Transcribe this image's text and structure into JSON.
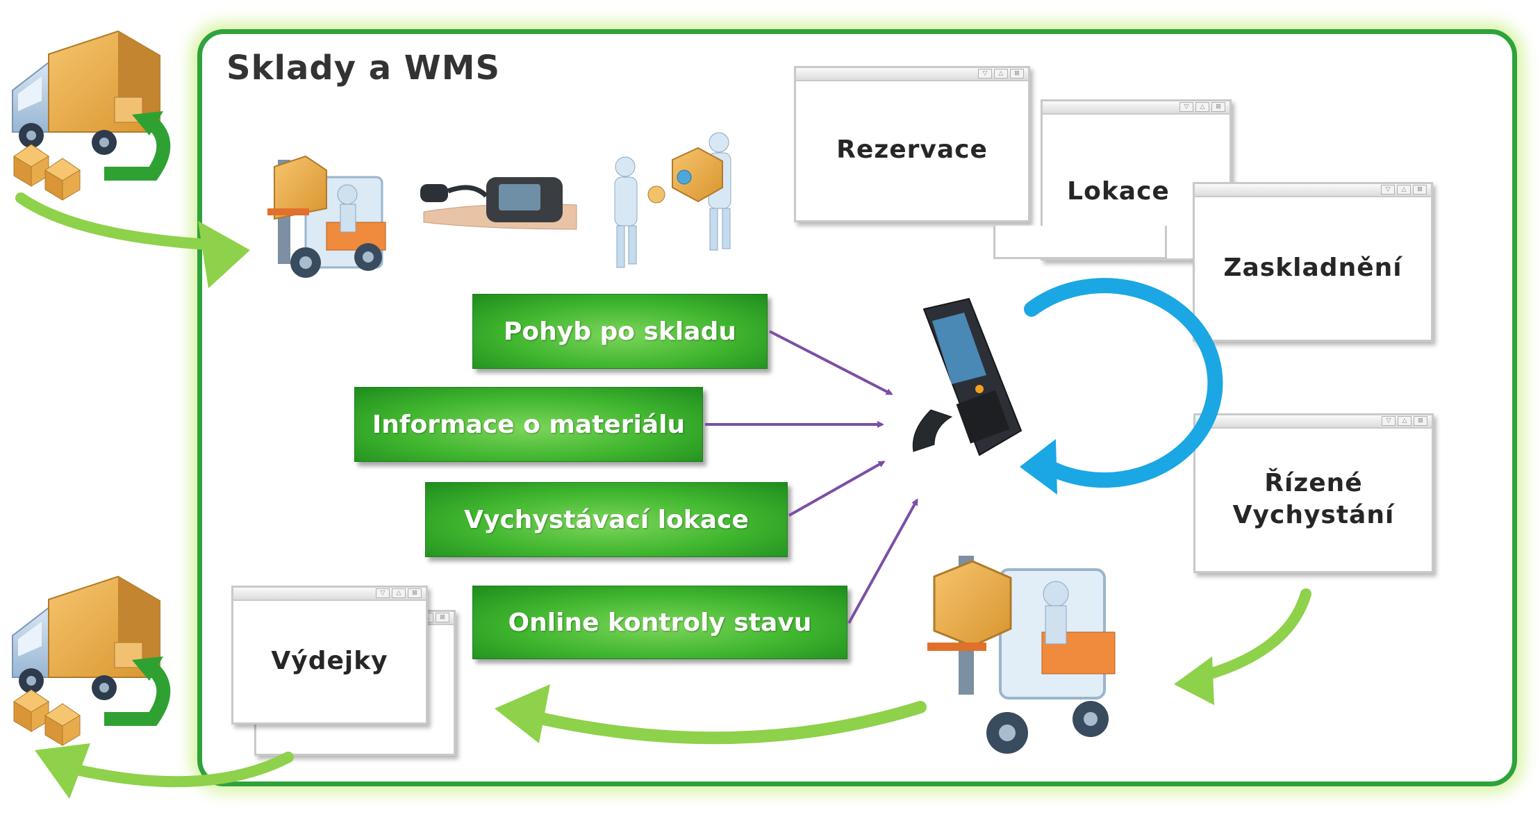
{
  "title": "Sklady a WMS",
  "windows": {
    "rezervace": "Rezervace",
    "lokace": "Lokace",
    "zaskladneni": "Zaskladnění",
    "rizene_line1": "Řízené",
    "rizene_line2": "Vychystání",
    "vydejky": "Výdejky"
  },
  "buttons": {
    "pohyb": "Pohyb po skladu",
    "informace": "Informace o materiálu",
    "vychystavaci": "Vychystávací lokace",
    "online": "Online kontroly stavu"
  },
  "colors": {
    "frame": "#2ea33b",
    "flow_arrow": "#8ed14a",
    "connector": "#7b4fa6",
    "cycle_arrow": "#1aa7e3",
    "button_green": "#3fb52e"
  },
  "icons": [
    "delivery-truck-icon",
    "forklift-icon",
    "wrist-scanner-icon",
    "warehouse-workers-icon",
    "handheld-scanner-icon",
    "cycle-arrow-icon"
  ]
}
